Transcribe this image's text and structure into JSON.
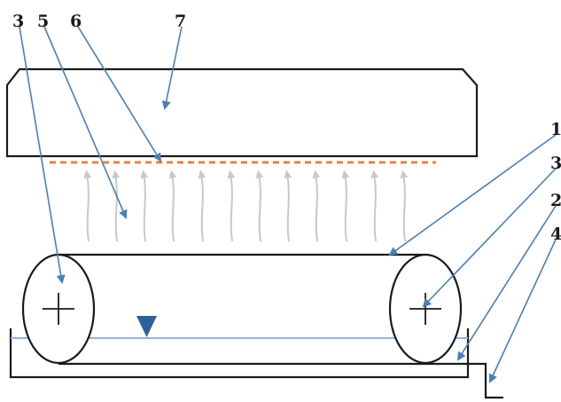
{
  "callouts": {
    "c3_left": "3",
    "c5": "5",
    "c6": "6",
    "c7": "7",
    "c1": "1",
    "c3_right": "3",
    "c2": "2",
    "c4": "4"
  },
  "colors": {
    "leader": "#4a7ebb",
    "outline": "#1a1a1a",
    "dashed_line": "#e8833a",
    "vapor_arrows": "#c8c8c8",
    "water_line": "#8fb4e3",
    "water_marker": "#2e5f9e"
  },
  "icons": {
    "water_level": "inverted-triangle-icon",
    "roller_axis": "plus-icon",
    "vapor": "arrow-up-icon"
  }
}
